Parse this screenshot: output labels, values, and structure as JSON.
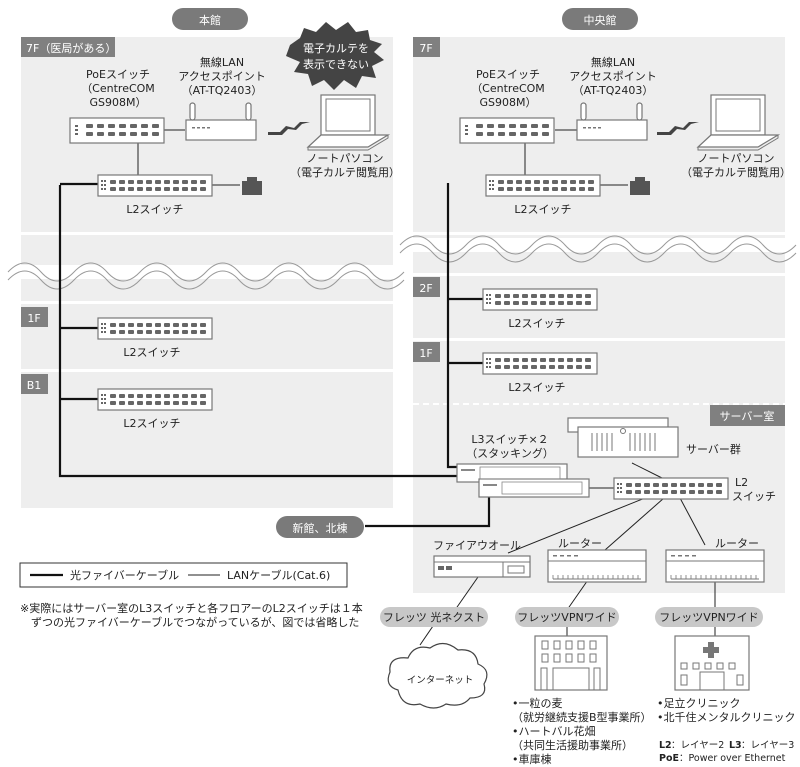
{
  "buildings": {
    "honkan": {
      "title": "本館",
      "floors": {
        "f7": "7F（医局がある）",
        "f1": "1F",
        "b1": "B1"
      },
      "poe_switch": [
        "PoEスイッチ",
        "（CentreCOM",
        "GS908M）"
      ],
      "ap": [
        "無線LAN",
        "アクセスポイント",
        "（AT-TQ2403）"
      ],
      "laptop": [
        "ノートパソコン",
        "（電子カルテ閲覧用）"
      ],
      "alert": [
        "電子カルテを",
        "表示できない"
      ],
      "l2_7f": "L2スイッチ",
      "l2_1f": "L2スイッチ",
      "l2_b1": "L2スイッチ"
    },
    "chuokan": {
      "title": "中央館",
      "floors": {
        "f7": "7F",
        "f2": "2F",
        "f1": "1F"
      },
      "poe_switch": [
        "PoEスイッチ",
        "（CentreCOM",
        "GS908M）"
      ],
      "ap": [
        "無線LAN",
        "アクセスポイント",
        "（AT-TQ2403）"
      ],
      "laptop": [
        "ノートパソコン",
        "（電子カルテ閲覧用）"
      ],
      "l2_7f": "L2スイッチ",
      "l2_2f": "L2スイッチ",
      "l2_1f": "L2スイッチ"
    }
  },
  "server_room": {
    "label": "サーバー室",
    "l3": [
      "L3スイッチ×２",
      "（スタッキング）"
    ],
    "servers": "サーバー群",
    "l2": [
      "L2",
      "スイッチ"
    ],
    "firewall": "ファイアウオール",
    "router1": "ルーター",
    "router2": "ルーター"
  },
  "external": {
    "shinkan": "新館、北棟",
    "net1": "フレッツ 光ネクスト",
    "net2": "フレッツVPNワイド",
    "net3": "フレッツVPNワイド",
    "internet": "インターネット",
    "site1": [
      "•一粒の麦",
      "（就労継続支援B型事業所）",
      "•ハートバル花畑",
      "（共同生活援助事業所）",
      "•車庫棟"
    ],
    "site2": [
      "•足立クリニック",
      "•北千住メンタルクリニック"
    ]
  },
  "legend": {
    "fiber": "光ファイバーケーブル",
    "lan": "LANケーブル(Cat.6)"
  },
  "note": [
    "※実際にはサーバー室のL3スイッチと各フロアーのL2スイッチは１本",
    "ずつの光ファイバーケーブルでつながっているが、図では省略した"
  ],
  "abbrev": {
    "l2_key": "L2",
    "l2_val": "：レイヤー2",
    "l3_key": "L3",
    "l3_val": "：レイヤー3",
    "poe_key": "PoE",
    "poe_val": "：Power over Ethernet"
  },
  "colors": {
    "panel": "#eeeeee",
    "tag": "#808080",
    "pill": "#7a7a7a",
    "pill_light": "#c8c8c8",
    "alert": "#444444"
  }
}
